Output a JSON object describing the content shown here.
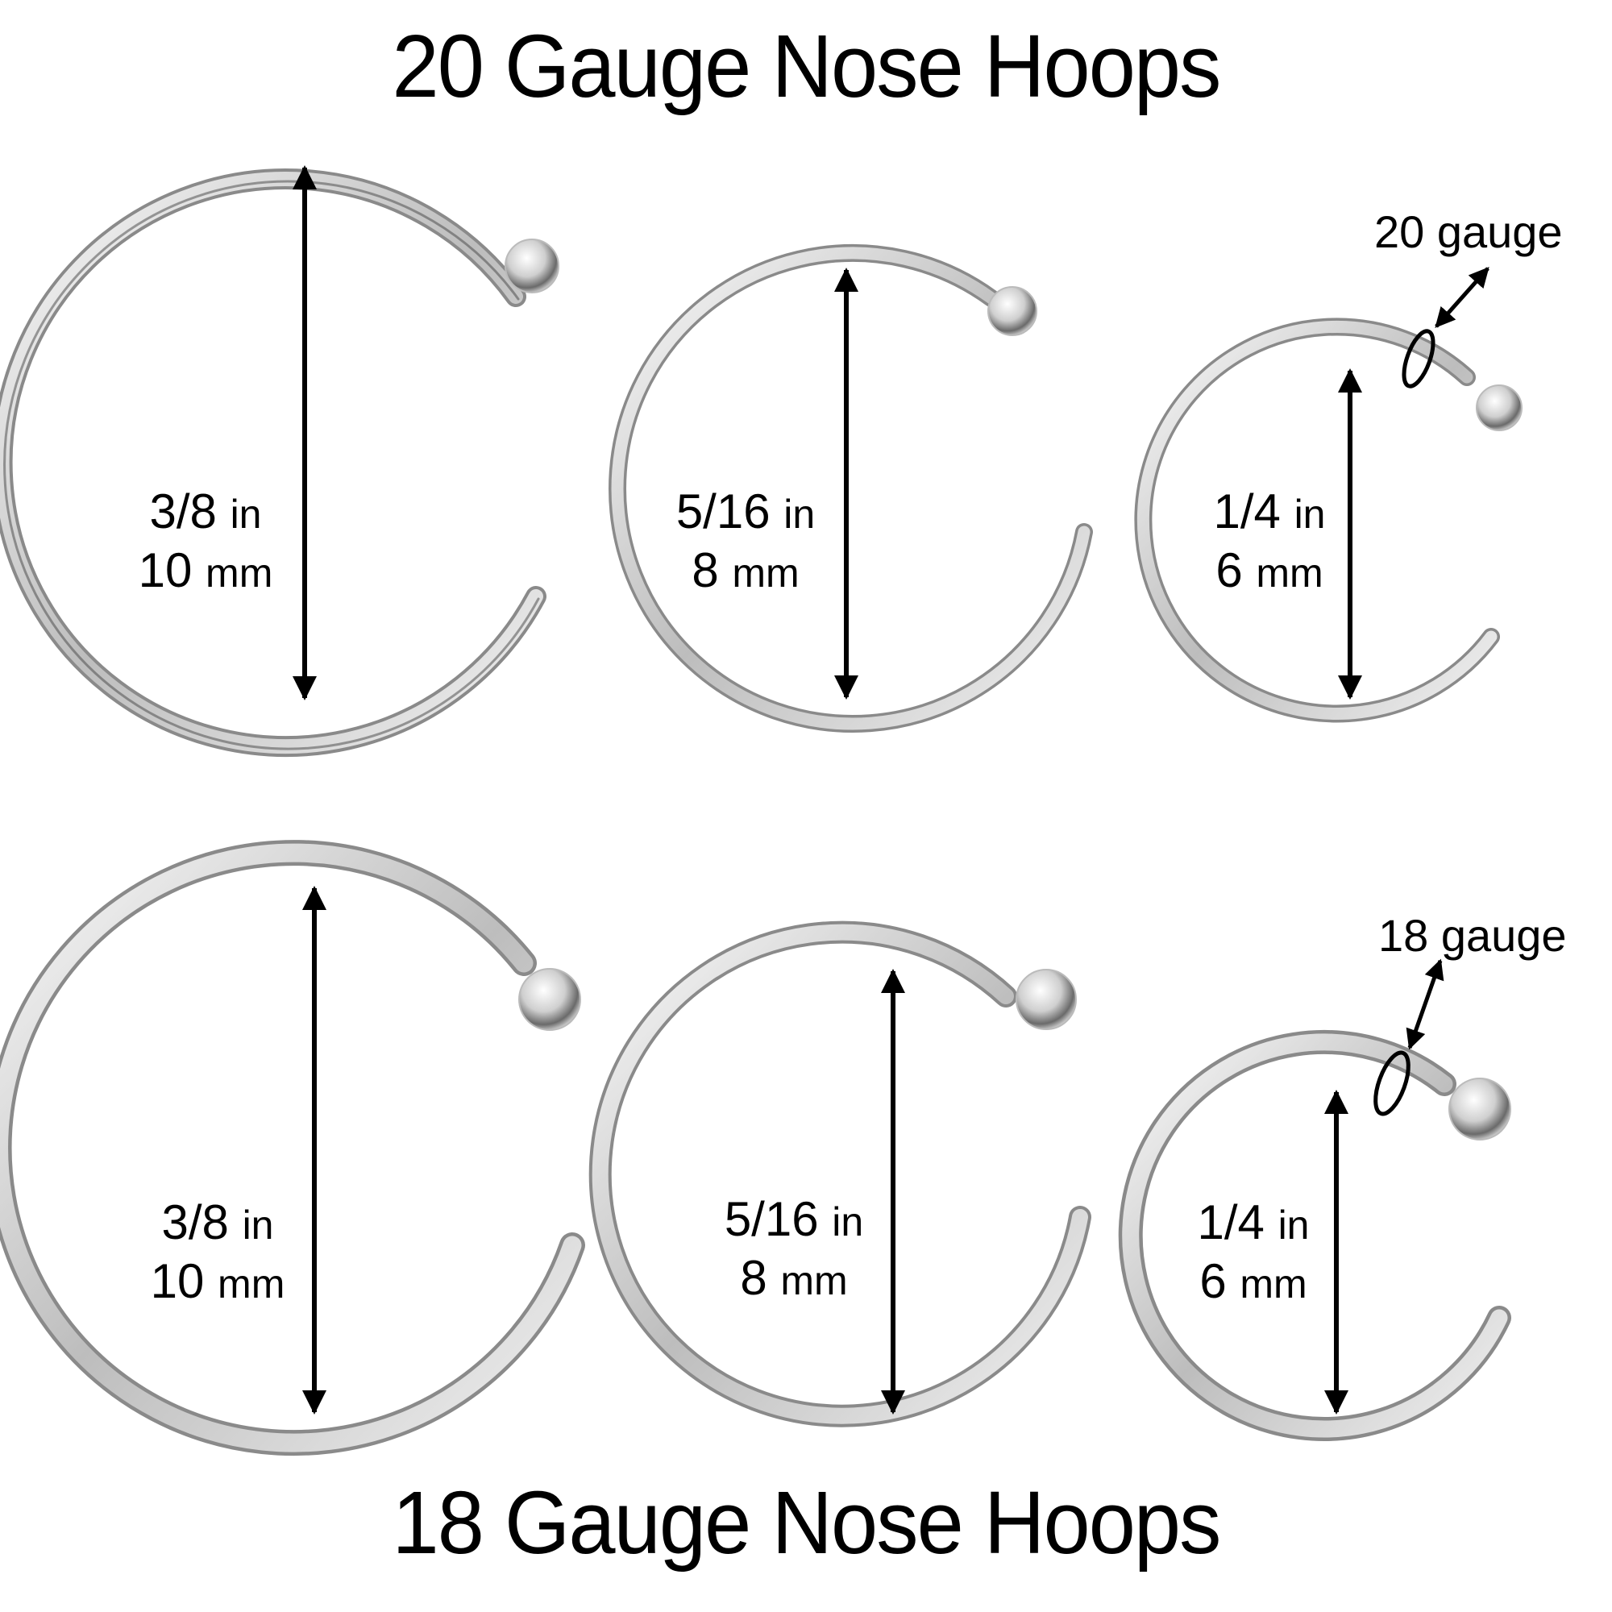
{
  "titles": {
    "top": "20 Gauge Nose Hoops",
    "bottom": "18 Gauge Nose Hoops"
  },
  "rows": [
    {
      "gauge": "20 gauge",
      "hoops": [
        {
          "fraction": "3/8",
          "fraction_unit": "in",
          "metric": "10",
          "metric_unit": "mm"
        },
        {
          "fraction": "5/16",
          "fraction_unit": "in",
          "metric": "8",
          "metric_unit": "mm"
        },
        {
          "fraction": "1/4",
          "fraction_unit": "in",
          "metric": "6",
          "metric_unit": "mm"
        }
      ]
    },
    {
      "gauge": "18 gauge",
      "hoops": [
        {
          "fraction": "3/8",
          "fraction_unit": "in",
          "metric": "10",
          "metric_unit": "mm"
        },
        {
          "fraction": "5/16",
          "fraction_unit": "in",
          "metric": "8",
          "metric_unit": "mm"
        },
        {
          "fraction": "1/4",
          "fraction_unit": "in",
          "metric": "6",
          "metric_unit": "mm"
        }
      ]
    }
  ],
  "colors": {
    "background": "#ffffff",
    "text": "#000000",
    "metal_light": "#f2f2f2",
    "metal_mid": "#c8c8c8",
    "metal_dark": "#3a3a3a"
  }
}
